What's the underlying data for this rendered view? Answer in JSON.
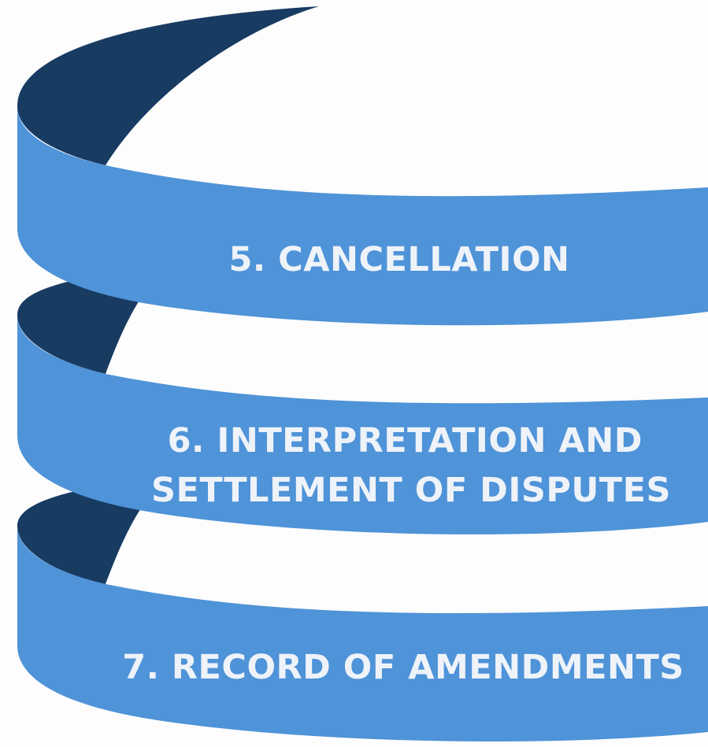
{
  "diagram": {
    "colors": {
      "background": "#fdfdfd",
      "band_front": "#4f93d8",
      "band_back": "#183b62",
      "text": "#eef3f9"
    },
    "bands": [
      {
        "number": "5.",
        "lines": [
          "5. CANCELLATION"
        ]
      },
      {
        "number": "6.",
        "lines": [
          "6. INTERPRETATION AND",
          "SETTLEMENT OF DISPUTES"
        ]
      },
      {
        "number": "7.",
        "lines": [
          "7. RECORD OF AMENDMENTS"
        ]
      }
    ]
  }
}
